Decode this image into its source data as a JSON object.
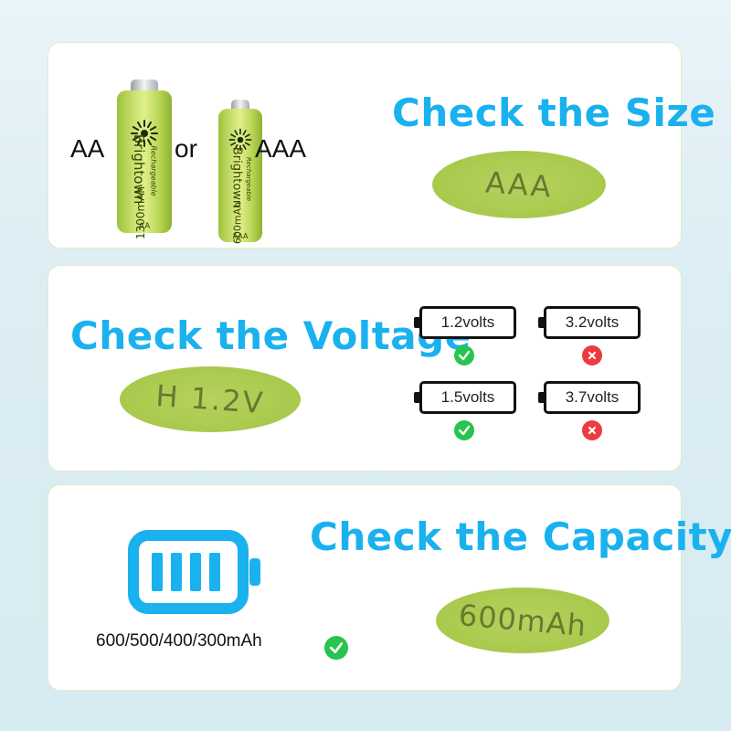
{
  "size_section": {
    "aa_label": "AA",
    "or_label": "or",
    "aaa_label": "AAA",
    "heading": "Check the Size",
    "oval_text": "AAA",
    "battery_aa": {
      "brand": "Brightown",
      "sub": "Rechargeable",
      "capacity": "1300mAh",
      "type": "AA"
    },
    "battery_aaa": {
      "brand": "Brightown",
      "sub": "Rechargeable",
      "capacity": "600mAh",
      "type": "AAA"
    }
  },
  "voltage_section": {
    "heading": "Check the Voltage",
    "oval_text": "H 1.2V",
    "cells": [
      {
        "label": "1.2volts",
        "status": "ok"
      },
      {
        "label": "3.2volts",
        "status": "no"
      },
      {
        "label": "1.5volts",
        "status": "ok"
      },
      {
        "label": "3.7volts",
        "status": "no"
      }
    ]
  },
  "capacity_section": {
    "heading": "Check the Capacity",
    "capacities_label": "600/500/400/300mAh",
    "oval_text": "600mAh",
    "status": "ok"
  },
  "colors": {
    "heading": "#1ab1ef",
    "ok": "#27c44e",
    "no": "#ec3a3f",
    "oval": "#a9c94d"
  }
}
